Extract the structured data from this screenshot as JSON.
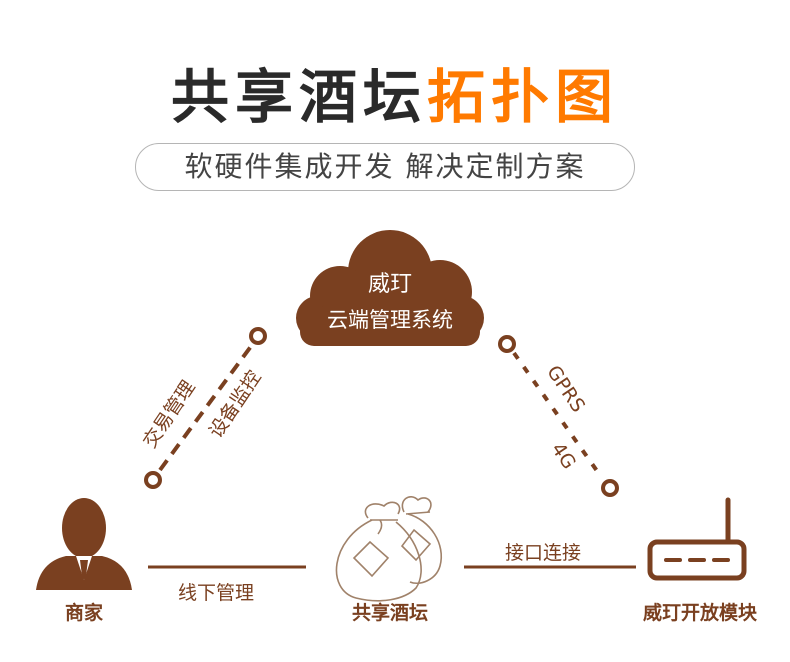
{
  "header": {
    "title_main": "共享酒坛",
    "title_accent": "拓扑图",
    "subtitle": "软硬件集成开发  解决定制方案"
  },
  "cloud": {
    "line1": "威玎",
    "line2": "云端管理系统"
  },
  "links": {
    "left_outer": "交易管理",
    "left_inner": "设备监控",
    "right_top": "GPRS",
    "right_bottom": "4G",
    "bottom_left": "线下管理",
    "bottom_right": "接口连接"
  },
  "nodes": {
    "merchant": "商家",
    "wine_jar": "共享酒坛",
    "module": "威玎开放模块"
  },
  "colors": {
    "brown": "#7a4020",
    "accent": "#ff7a00",
    "title": "#2a2a2a"
  }
}
